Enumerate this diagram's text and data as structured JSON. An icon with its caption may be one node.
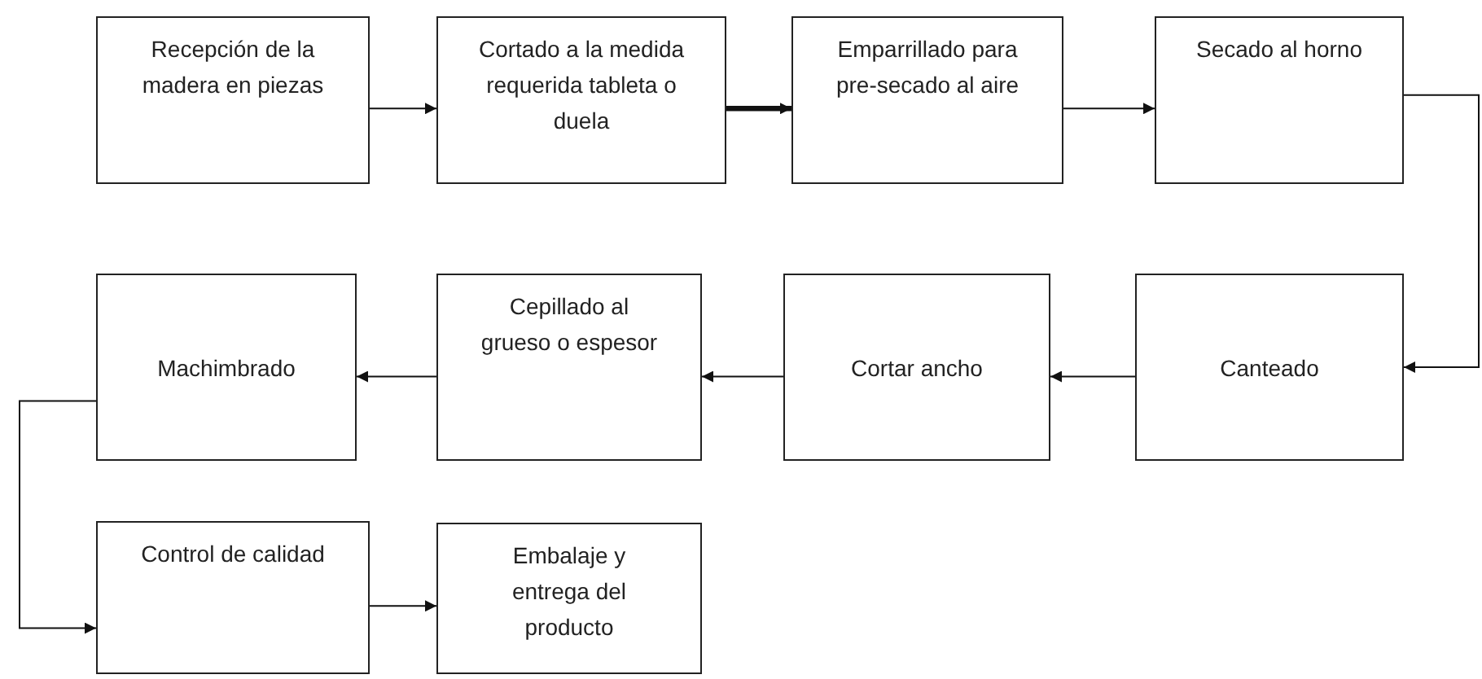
{
  "diagram": {
    "nodes": [
      {
        "text": [
          "Recepción de la madera en piezas"
        ]
      },
      {
        "text": [
          "Cortado a la medida requerida tableta o duela"
        ]
      },
      {
        "text": [
          "Emparrillado para pre-secado al aire"
        ]
      },
      {
        "text": [
          "Secado al horno"
        ]
      },
      {
        "text": [
          "Canteado"
        ]
      },
      {
        "text": [
          "Cortar ancho"
        ]
      },
      {
        "text": [
          "Cepillado al grueso o espesor"
        ]
      },
      {
        "text": [
          "Machimbrado"
        ]
      },
      {
        "text": [
          "Control de calidad"
        ]
      },
      {
        "text": [
          "Embalaje y entrega del producto"
        ]
      }
    ],
    "edges": [
      {
        "from": 0,
        "to": 1,
        "arrow": "to"
      },
      {
        "from": 1,
        "to": 2,
        "arrow": "to",
        "style": "thick"
      },
      {
        "from": 2,
        "to": 3,
        "arrow": "to"
      },
      {
        "from": 3,
        "to": 4,
        "arrow": "to"
      },
      {
        "from": 4,
        "to": 5,
        "arrow": "to"
      },
      {
        "from": 5,
        "to": 6,
        "arrow": "to"
      },
      {
        "from": 6,
        "to": 7,
        "arrow": "to"
      },
      {
        "from": 7,
        "to": 8,
        "arrow": "to"
      },
      {
        "from": 8,
        "to": 9,
        "arrow": "to"
      }
    ]
  }
}
